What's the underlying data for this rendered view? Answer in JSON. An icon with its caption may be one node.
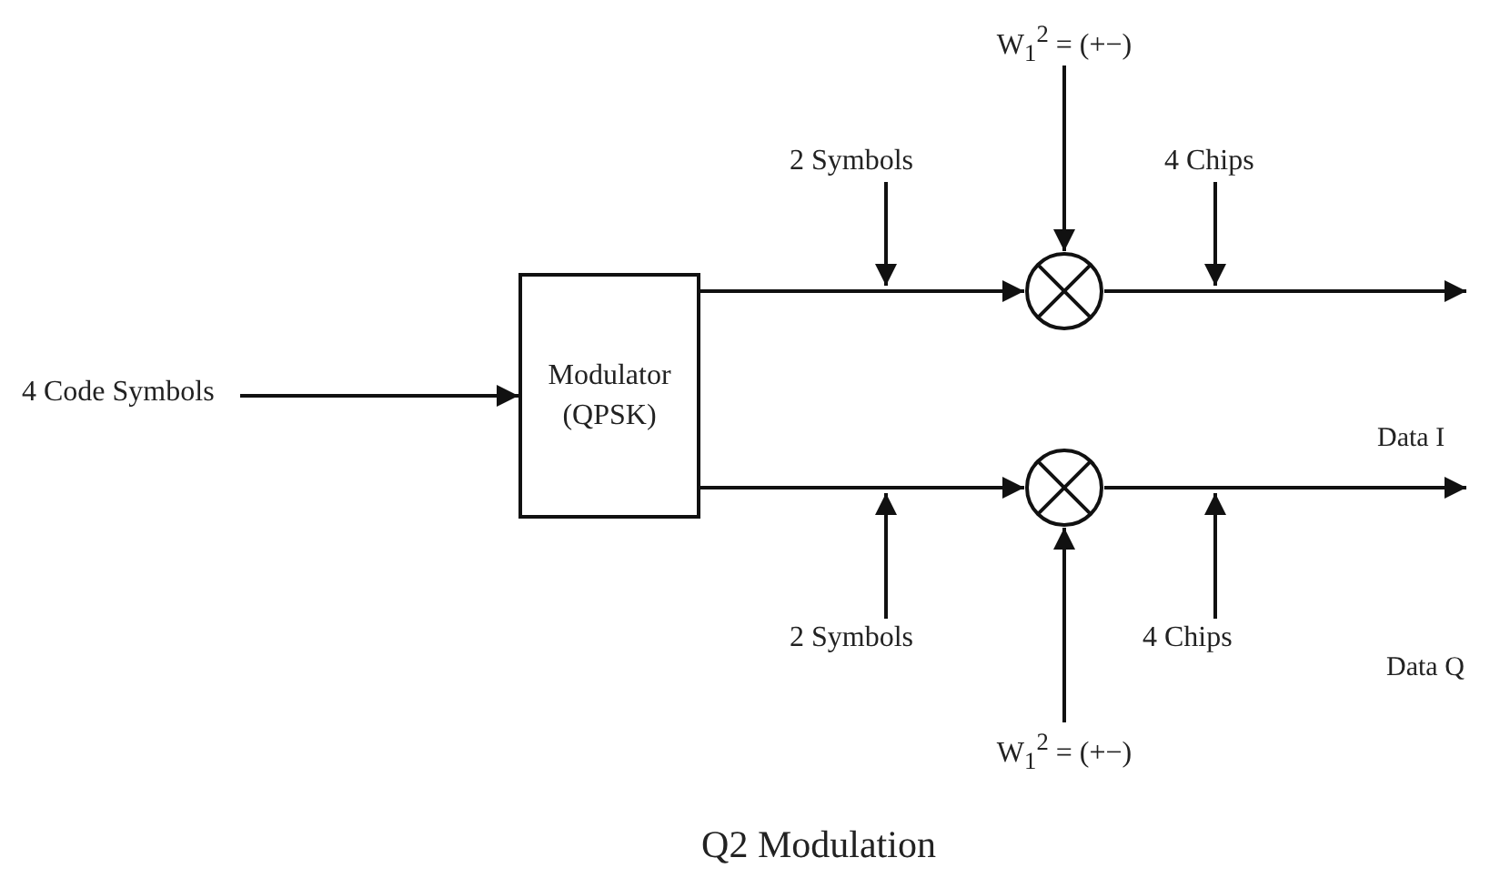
{
  "diagram": {
    "caption": "Q2 Modulation",
    "nodes": [
      {
        "text": [
          "4 Code Symbols"
        ]
      },
      {
        "text": [
          "Modulator (QPSK)"
        ]
      },
      {
        "text": [],
        "shape": "circle"
      },
      {
        "text": [],
        "shape": "circle"
      },
      {
        "text": [
          "W$_{1}$$^{2}$ = (+−)"
        ]
      },
      {
        "text": [
          "W$_{1}$$^{2}$ = (+−)"
        ]
      },
      {
        "text": [
          "2 Symbols"
        ]
      },
      {
        "text": [
          "4 Chips"
        ]
      },
      {
        "text": [
          "2 Symbols"
        ]
      },
      {
        "text": [
          "4 Chips"
        ]
      }
    ],
    "edges": [
      {
        "from": 0,
        "to": 1,
        "arrow": "to"
      },
      {
        "from": 1,
        "to": 2,
        "arrow": "to"
      },
      {
        "from": 1,
        "to": 3,
        "arrow": "to"
      },
      {
        "from": 4,
        "to": 2,
        "arrow": "to"
      },
      {
        "from": 5,
        "to": 3,
        "arrow": "to"
      },
      {
        "from": 2,
        "to": null,
        "arrow": "to"
      },
      {
        "from": 3,
        "to": null,
        "arrow": "to"
      },
      {
        "from": 6,
        "to": null,
        "arrow": "to"
      },
      {
        "from": 7,
        "to": null,
        "arrow": "to"
      },
      {
        "from": 8,
        "to": null,
        "arrow": "to"
      },
      {
        "from": 9,
        "to": null,
        "arrow": "to"
      }
    ],
    "labels": [
      "Data I",
      "Data Q"
    ]
  }
}
